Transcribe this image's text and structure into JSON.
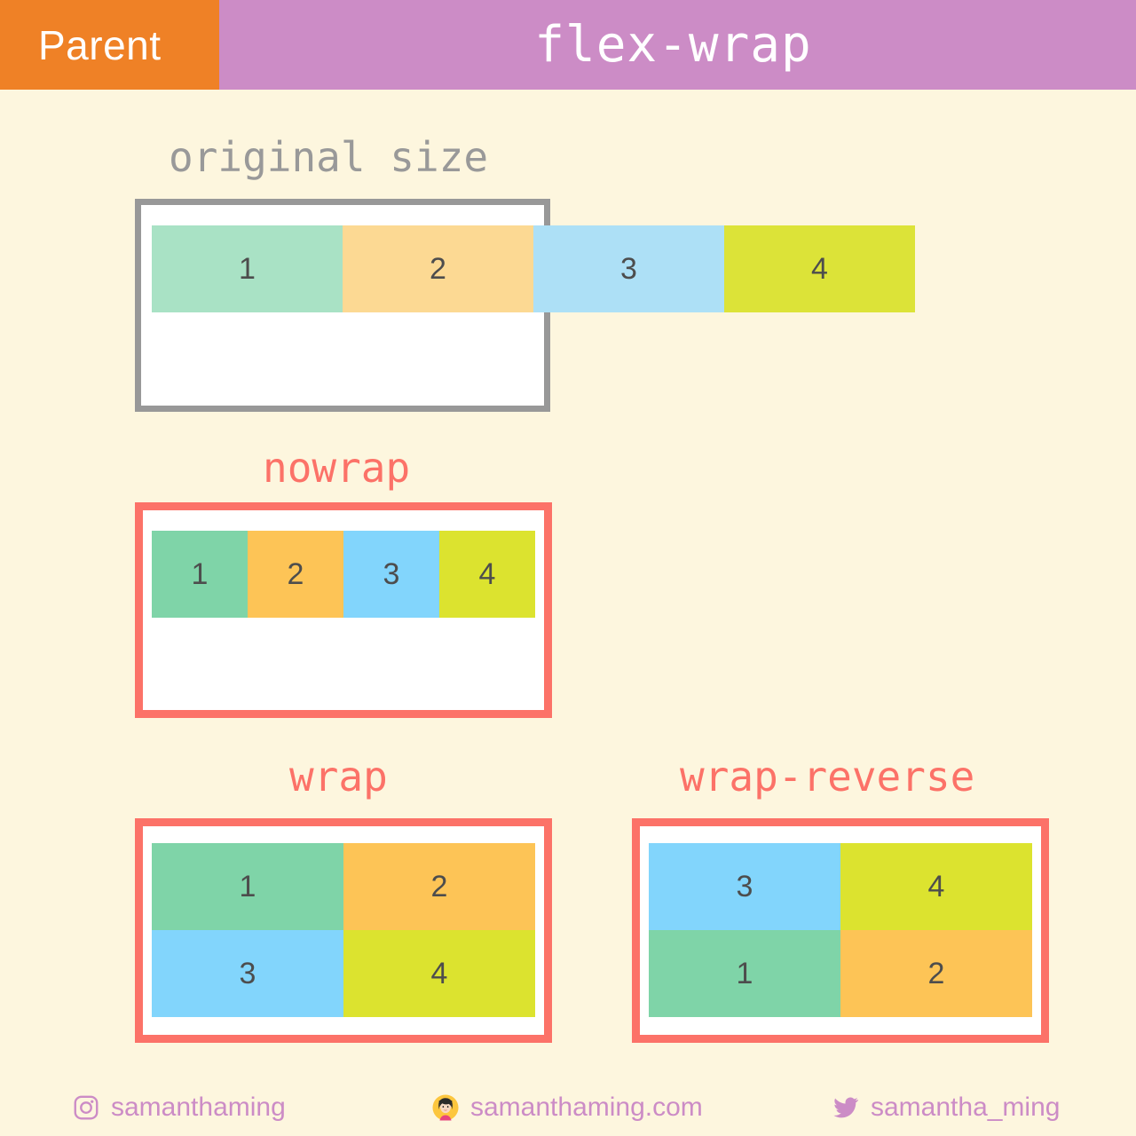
{
  "header": {
    "parent_label": "Parent",
    "title": "flex-wrap",
    "parent_bg": "#EF8126",
    "title_bg": "#CC8CC6"
  },
  "theme": {
    "background": "#FDF6DE",
    "accent_red": "#FC7268",
    "accent_gray": "#989898",
    "accent_purple": "#CC8CC6",
    "item_colors": [
      "#7FD4A8",
      "#FDC456",
      "#82D5FC",
      "#DCE32F"
    ],
    "item_colors_faded": [
      "#A9E2C5",
      "#FCD993",
      "#ADE0F6",
      "#DCE338"
    ]
  },
  "sections": {
    "original": {
      "label": "original size",
      "items": [
        {
          "label": "1"
        },
        {
          "label": "2"
        },
        {
          "label": "3"
        },
        {
          "label": "4"
        }
      ]
    },
    "nowrap": {
      "label": "nowrap",
      "items": [
        {
          "label": "1"
        },
        {
          "label": "2"
        },
        {
          "label": "3"
        },
        {
          "label": "4"
        }
      ]
    },
    "wrap": {
      "label": "wrap",
      "items": [
        {
          "label": "1"
        },
        {
          "label": "2"
        },
        {
          "label": "3"
        },
        {
          "label": "4"
        }
      ]
    },
    "wrap_reverse": {
      "label": "wrap-reverse",
      "items": [
        {
          "label": "3"
        },
        {
          "label": "4"
        },
        {
          "label": "1"
        },
        {
          "label": "2"
        }
      ]
    }
  },
  "footer": {
    "instagram": {
      "icon": "instagram-icon",
      "handle": "samanthaming"
    },
    "website": {
      "icon": "avatar-icon",
      "handle": "samanthaming.com"
    },
    "twitter": {
      "icon": "twitter-icon",
      "handle": "samantha_ming"
    }
  }
}
